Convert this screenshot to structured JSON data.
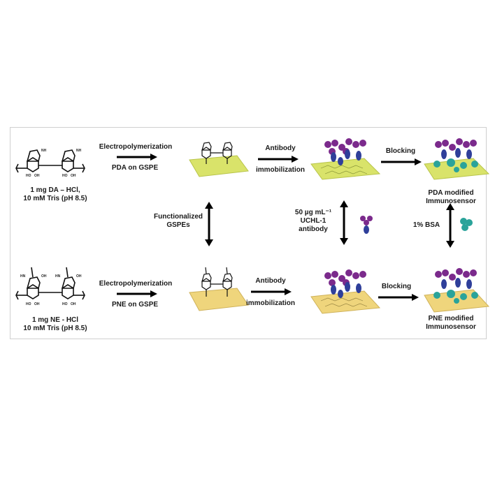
{
  "top_row": {
    "monomer_label_1": "1 mg DA – HCl,",
    "monomer_label_2": "10 mM Tris (pH 8.5)",
    "step1_label": "Electropolymerization",
    "step1_sub": "PDA on GSPE",
    "step2_label_1": "Antibody",
    "step2_label_2": "immobilization",
    "step3_label": "Blocking",
    "result_label_1": "PDA modified",
    "result_label_2": "Immunosensor"
  },
  "middle": {
    "functionalized_1": "Functionalized",
    "functionalized_2": "GSPEs",
    "antibody_1": "50 µg mL⁻¹",
    "antibody_2": "UCHL-1",
    "antibody_3": "antibody",
    "bsa": "1% BSA"
  },
  "bottom_row": {
    "monomer_label_1": "1 mg NE - HCl",
    "monomer_label_2": "10 mM Tris (pH 8.5)",
    "step1_label": "Electropolymerization",
    "step1_sub": "PNE on GSPE",
    "step2_label_1": "Antibody",
    "step2_label_2": "immobilization",
    "step3_label": "Blocking",
    "result_label_1": "PNE modified",
    "result_label_2": "Immunosensor"
  },
  "structure_atoms": {
    "nh": "NH",
    "hn": "HN",
    "ho": "HO",
    "oh": "OH"
  },
  "colors": {
    "pda_surface": "#d9e36a",
    "pne_surface": "#efd57c",
    "antibody": "#7b2a8c",
    "antibody_core": "#2f3f9a",
    "bsa": "#2aa39a",
    "arrow": "#000000"
  }
}
